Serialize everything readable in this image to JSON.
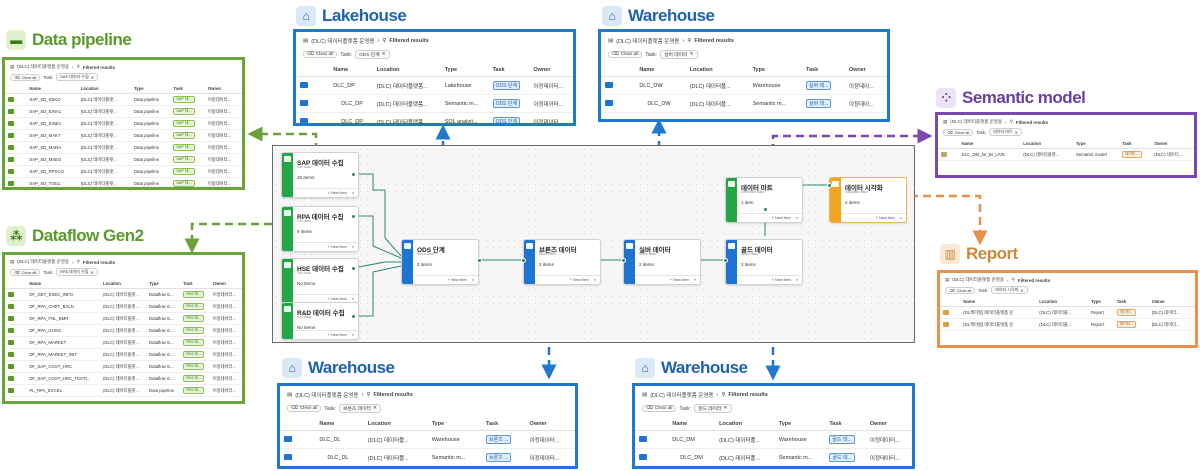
{
  "sections": {
    "data_pipeline": "Data pipeline",
    "dataflow": "Dataflow Gen2",
    "lakehouse": "Lakehouse",
    "warehouse_top": "Warehouse",
    "semantic_model": "Semantic model",
    "report": "Report",
    "warehouse_bottom_left": "Warehouse",
    "warehouse_bottom_right": "Warehouse"
  },
  "common": {
    "workspace": "(DLC) 데이터플랫폼 운영용",
    "filtered": "Filtered results",
    "clear_all": "Clear all",
    "task_label": "Task:",
    "col_name": "Name",
    "col_location": "Location",
    "col_type": "Type",
    "col_task": "Task",
    "col_owner": "Owner",
    "new_item": "+ New item"
  },
  "panel_pipeline": {
    "filter_chip": "SAP 데이터 수집",
    "rows": [
      {
        "name": "SAP_SD_KEKO",
        "location": "(DLC) 데이터플랫...",
        "type": "Data pipeline",
        "task": "SAP 데...",
        "owner": "이정데이터..."
      },
      {
        "name": "SAP_SD_EINA1",
        "location": "(DLC) 데이터플랫...",
        "type": "Data pipeline",
        "task": "SAP 데...",
        "owner": "이정데이터..."
      },
      {
        "name": "SAP_SD_EINE1",
        "location": "(DLC) 데이터플랫...",
        "type": "Data pipeline",
        "task": "SAP 데...",
        "owner": "이정데이터..."
      },
      {
        "name": "SAP_SD_MAKT",
        "location": "(DLC) 데이터플랫...",
        "type": "Data pipeline",
        "task": "SAP 데...",
        "owner": "이정데이터..."
      },
      {
        "name": "SAP_SD_MARA",
        "location": "(DLC) 데이터플랫...",
        "type": "Data pipeline",
        "task": "SAP 데...",
        "owner": "이정데이터..."
      },
      {
        "name": "SAP_SD_MSEG",
        "location": "(DLC) 데이터플랫...",
        "type": "Data pipeline",
        "task": "SAP 데...",
        "owner": "이정데이터..."
      },
      {
        "name": "SAP_SD_RPSCO",
        "location": "(DLC) 데이터플랫...",
        "type": "Data pipeline",
        "task": "SAP 데...",
        "owner": "이정데이터..."
      },
      {
        "name": "SAP_SD_T001L",
        "location": "(DLC) 데이터플랫...",
        "type": "Data pipeline",
        "task": "SAP 데...",
        "owner": "이정데이터..."
      }
    ]
  },
  "panel_dataflow": {
    "filter_chip": "RPA 데이터 수집",
    "rows": [
      {
        "name": "DF_GET_EXEC_INFO",
        "location": "(DLC) 데이터플랫...",
        "type": "Dataflow G...",
        "task": "RPA 데...",
        "owner": "이정데이터..."
      },
      {
        "name": "DF_RPA_CHRT_BALN",
        "location": "(DLC) 데이터플랫...",
        "type": "Dataflow G...",
        "task": "RPA 데...",
        "owner": "이정데이터..."
      },
      {
        "name": "DF_RPA_FNL_BMR",
        "location": "(DLC) 데이터플랫...",
        "type": "Dataflow G...",
        "task": "RPA 데...",
        "owner": "이정데이터..."
      },
      {
        "name": "DF_RPA_GHGS",
        "location": "(DLC) 데이터플랫...",
        "type": "Dataflow G...",
        "task": "RPA 데...",
        "owner": "이정데이터..."
      },
      {
        "name": "DF_RPA_MARKET",
        "location": "(DLC) 데이터플랫...",
        "type": "Dataflow G...",
        "task": "RPA 데...",
        "owner": "이정데이터..."
      },
      {
        "name": "DF_RPA_MARKET_INIT",
        "location": "(DLC) 데이터플랫...",
        "type": "Dataflow G...",
        "task": "RPA 데...",
        "owner": "이정데이터..."
      },
      {
        "name": "DF_SAP_COST_HRC",
        "location": "(DLC) 데이터플랫...",
        "type": "Dataflow G...",
        "task": "RPA 데...",
        "owner": "이정데이터..."
      },
      {
        "name": "DF_SAP_COST_HRC_TEST(...",
        "location": "(DLC) 데이터플랫...",
        "type": "Dataflow G...",
        "task": "RPA 데...",
        "owner": "이정데이터..."
      },
      {
        "name": "PL_RPA_EXCEL",
        "location": "(DLC) 데이터플랫...",
        "type": "Data pipeline",
        "task": "RPA 데...",
        "owner": "이정데이터..."
      }
    ]
  },
  "panel_lakehouse": {
    "filter_chip": "ODS 단계",
    "rows": [
      {
        "name": "DLC_DP",
        "location": "(DLC) 데이터플랫폼...",
        "type": "Lakehouse",
        "task": "ODS 단계",
        "owner": "이정데이터..."
      },
      {
        "name": "DLC_DP",
        "location": "(DLC) 데이터플랫폼...",
        "type": "Semantic m...",
        "task": "ODS 단계",
        "owner": "이정데이터..."
      },
      {
        "name": "DLC_DP",
        "location": "(DLC) 데이터플랫폼...",
        "type": "SQL analyti...",
        "task": "ODS 단계",
        "owner": "이정데이터..."
      }
    ]
  },
  "panel_wh_top": {
    "filter_chip": "실버 데이터",
    "rows": [
      {
        "name": "DLC_DW",
        "location": "(DLC) 데이터플...",
        "type": "Warehouse",
        "task": "실버 데...",
        "owner": "이정데이..."
      },
      {
        "name": "DLC_DW",
        "location": "(DLC) 데이터플...",
        "type": "Semantic m...",
        "task": "실버 데...",
        "owner": "이정데이..."
      }
    ]
  },
  "panel_semantic": {
    "filter_chip": "데이터 마트",
    "rows": [
      {
        "name": "DLC_DM_for_BI_LIVE",
        "location": "(DLC) 데이터플랫...",
        "type": "Semantic model",
        "task": "데이터...",
        "owner": "(DLC) 데이터..."
      }
    ]
  },
  "panel_report": {
    "filter_chip": "데이터 시각화",
    "rows": [
      {
        "name": "[DL케미칼] 데이터플랫폼 운",
        "location": "(DLC) 데이터플...",
        "type": "Report",
        "task": "데이터...",
        "owner": "(DLC) 데이터..."
      },
      {
        "name": "[DL케미칼] 데이터플랫폼 운",
        "location": "(DLC) 데이터플...",
        "type": "Report",
        "task": "데이터...",
        "owner": "(DLC) 데이터..."
      }
    ]
  },
  "panel_wh_bl": {
    "filter_chip": "브론즈 데이터",
    "rows": [
      {
        "name": "DLC_DL",
        "location": "(DLC) 데이터플...",
        "type": "Warehouse",
        "task": "브론즈 ...",
        "owner": "이정데이터..."
      },
      {
        "name": "DLC_DL",
        "location": "(DLC) 데이터플...",
        "type": "Semantic m...",
        "task": "브론즈 ...",
        "owner": "이정데이터..."
      }
    ]
  },
  "panel_wh_br": {
    "filter_chip": "골드 데이터",
    "rows": [
      {
        "name": "DLC_DM",
        "location": "(DLC) 데이터플...",
        "type": "Warehouse",
        "task": "골드 데...",
        "owner": "이정데이터..."
      },
      {
        "name": "DLC_DM",
        "location": "(DLC) 데이터플...",
        "type": "Semantic m...",
        "task": "골드 데...",
        "owner": "이정데이터..."
      }
    ]
  },
  "nodes": {
    "sap": {
      "title": "SAP 데이터 수집",
      "sub": "Get data",
      "count": "26 items"
    },
    "rpa": {
      "title": "RPA 데이터 수집",
      "sub": "Get data",
      "count": "9 items"
    },
    "hse": {
      "title": "HSE 데이터 수집",
      "sub": "Get data",
      "count": "No items"
    },
    "rnd": {
      "title": "R&D 데이터 수집",
      "sub": "Get data",
      "count": "No items"
    },
    "ods": {
      "title": "ODS 단계",
      "sub": "Store data",
      "count": "3 items"
    },
    "bronze": {
      "title": "브론즈 데이터",
      "sub": "Store data",
      "count": "2 items"
    },
    "silver": {
      "title": "실버 데이터",
      "sub": "Store data",
      "count": "2 items"
    },
    "gold": {
      "title": "골드 데이터",
      "sub": "Store data",
      "count": "2 items"
    },
    "mart": {
      "title": "데이터 마트",
      "sub": "Distribute data",
      "count": "1 item"
    },
    "viz": {
      "title": "데이터 시각화",
      "sub": "Visualize data",
      "count": "2 items"
    }
  },
  "colors": {
    "green": "#6aa33a",
    "blue": "#1f79d1",
    "purple": "#7b47b0",
    "orange": "#e8904c",
    "node_green": "#23a646",
    "node_blue": "#1d74d3",
    "node_orange": "#f1a521"
  }
}
